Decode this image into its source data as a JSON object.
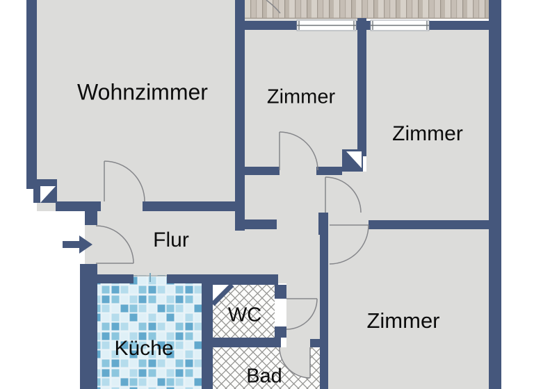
{
  "floorplan": {
    "type": "apartment-floor-plan",
    "rooms": {
      "wohnzimmer": {
        "label": "Wohnzimmer"
      },
      "zimmer_top_middle": {
        "label": "Zimmer"
      },
      "zimmer_top_right": {
        "label": "Zimmer"
      },
      "zimmer_bottom_right": {
        "label": "Zimmer"
      },
      "flur": {
        "label": "Flur"
      },
      "kueche": {
        "label": "Küche"
      },
      "wc": {
        "label": "WC"
      },
      "bad": {
        "label": "Bad"
      }
    },
    "symbols": {
      "entrance_arrow": "arrow pointing right into entrance door",
      "balcony": "wood plank deck along top edge",
      "windows": 2,
      "door_arcs": 7
    },
    "colors": {
      "wall": "#45577c",
      "floor": "#dcdcda",
      "background": "#ffffff",
      "door_arc": "#85868a",
      "kitchen_tile_dark": "#63a9cd",
      "kitchen_tile_mid": "#8cc6de",
      "kitchen_tile_light": "#b5dcec",
      "kitchen_tile_pale": "#dff0f7",
      "bath_lattice_line": "#90908e",
      "wood_plank": "#cfc8c0"
    }
  }
}
